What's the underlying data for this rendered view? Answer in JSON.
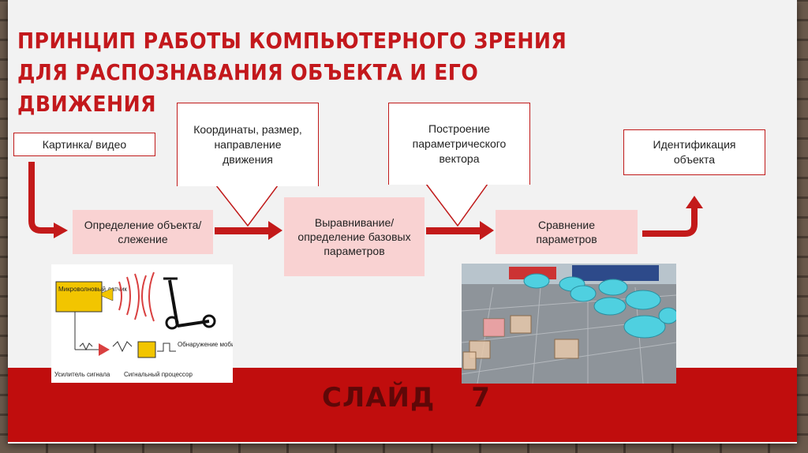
{
  "slide": {
    "title": "ПРИНЦИП РАБОТЫ КОМПЬЮТЕРНОГО ЗРЕНИЯ ДЛЯ РАСПОЗНАВАНИЯ ОБЪЕКТА И ЕГО ДВИЖЕНИЯ",
    "footer_label": "СЛАЙД",
    "footer_number": "7"
  },
  "boxes": {
    "input": "Картинка/ видео",
    "coords": "Координаты, размер, направление движения",
    "vector": "Построение параметрического вектора",
    "identify": "Идентификация объекта"
  },
  "steps": {
    "detect": "Определение объекта/слежение",
    "align": "Выравнивание/ определение базовых параметров",
    "compare": "Сравнение параметров"
  },
  "diagram_labels": {
    "sensor": "Микроволновый датчик",
    "amplifier": "Усилитель сигнала",
    "processor": "Сигнальный процессор",
    "detection": "Обнаружение мобильного сигнала"
  },
  "colors": {
    "accent": "#c3181c",
    "band": "#c00d0d",
    "pink": "#f9d2d2",
    "arrow": "#c31a1a"
  }
}
